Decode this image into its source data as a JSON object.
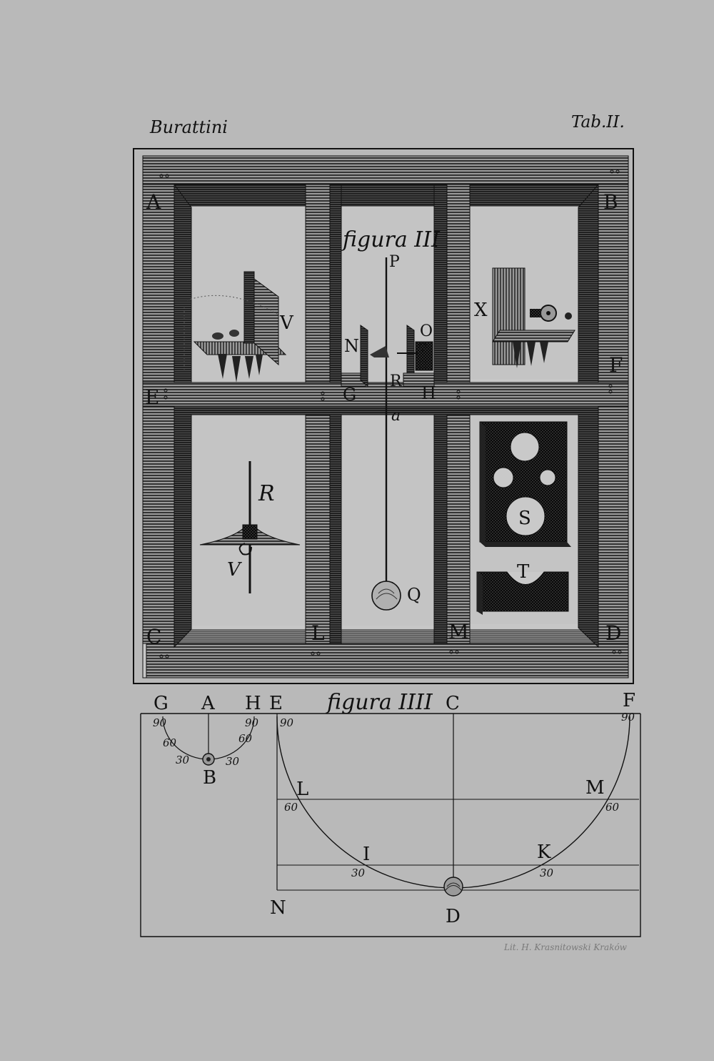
{
  "header": {
    "left": "Burattini",
    "right": "Tab.II."
  },
  "credit": "Lit. H. Krasnitowski Kraków",
  "figure3": {
    "caption": "figura III",
    "labels": {
      "A": "A",
      "B": "B",
      "C": "C",
      "D": "D",
      "E": "E",
      "F": "F",
      "L": "L",
      "M": "M",
      "V": "V",
      "X": "X",
      "N": "N",
      "O": "O",
      "P": "P",
      "R": "R",
      "R2": "R",
      "V2": "V",
      "G": "G",
      "H": "H",
      "a": "a",
      "Q": "Q",
      "S": "S",
      "T": "T"
    }
  },
  "figure4": {
    "caption": "figura IIII",
    "labels": {
      "G": "G",
      "A": "A",
      "H": "H",
      "E": "E",
      "C": "C",
      "F": "F",
      "B": "B",
      "L": "L",
      "M": "M",
      "I": "I",
      "K": "K",
      "N": "N",
      "D": "D"
    },
    "small_scale": {
      "left_90": "90",
      "left_60": "60",
      "left_30": "30",
      "right_90": "90",
      "right_60": "60",
      "right_30": "30"
    },
    "big_scale": {
      "left_90": "90",
      "right_90": "90",
      "left_60": "60",
      "right_60": "60",
      "left_30": "30",
      "right_30": "30"
    }
  }
}
